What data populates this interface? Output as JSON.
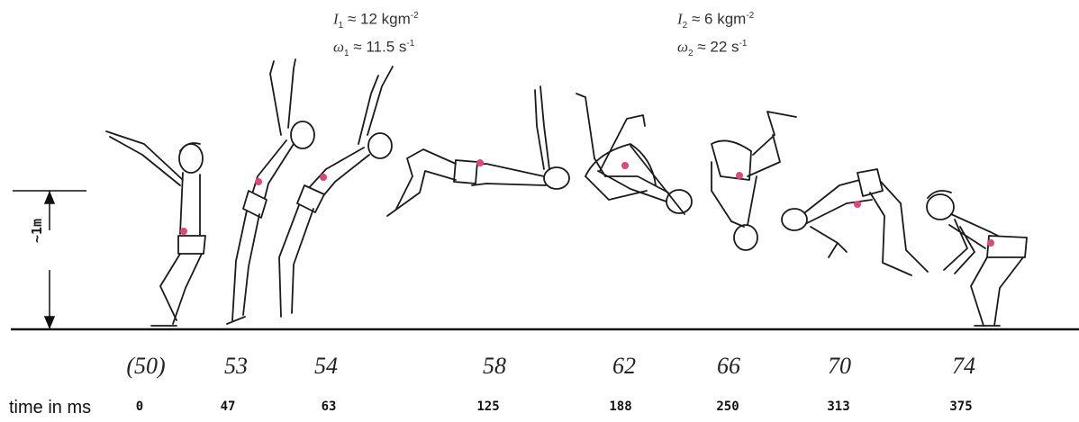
{
  "annotations": {
    "phase1": {
      "I_sym": "I",
      "I_sub": "1",
      "I_value": "≈ 12 kgm",
      "I_exp": "-2",
      "w_sym": "ω",
      "w_sub": "1",
      "w_value": "≈ 11.5 s",
      "w_exp": "-1"
    },
    "phase2": {
      "I_sym": "I",
      "I_sub": "2",
      "I_value": "≈ 6 kgm",
      "I_exp": "-2",
      "w_sym": "ω",
      "w_sub": "2",
      "w_value": "≈ 22 s",
      "w_exp": "-1"
    }
  },
  "scale": {
    "label": "~1m"
  },
  "frames": [
    {
      "number": "(50)",
      "time": "0"
    },
    {
      "number": "53",
      "time": "47"
    },
    {
      "number": "54",
      "time": "63"
    },
    {
      "number": "58",
      "time": "125"
    },
    {
      "number": "62",
      "time": "188"
    },
    {
      "number": "66",
      "time": "250"
    },
    {
      "number": "70",
      "time": "313"
    },
    {
      "number": "74",
      "time": "375"
    }
  ],
  "time_axis_label": "time in ms",
  "colors": {
    "ink": "#1a1a1a",
    "center_of_mass": "#e0457b"
  }
}
